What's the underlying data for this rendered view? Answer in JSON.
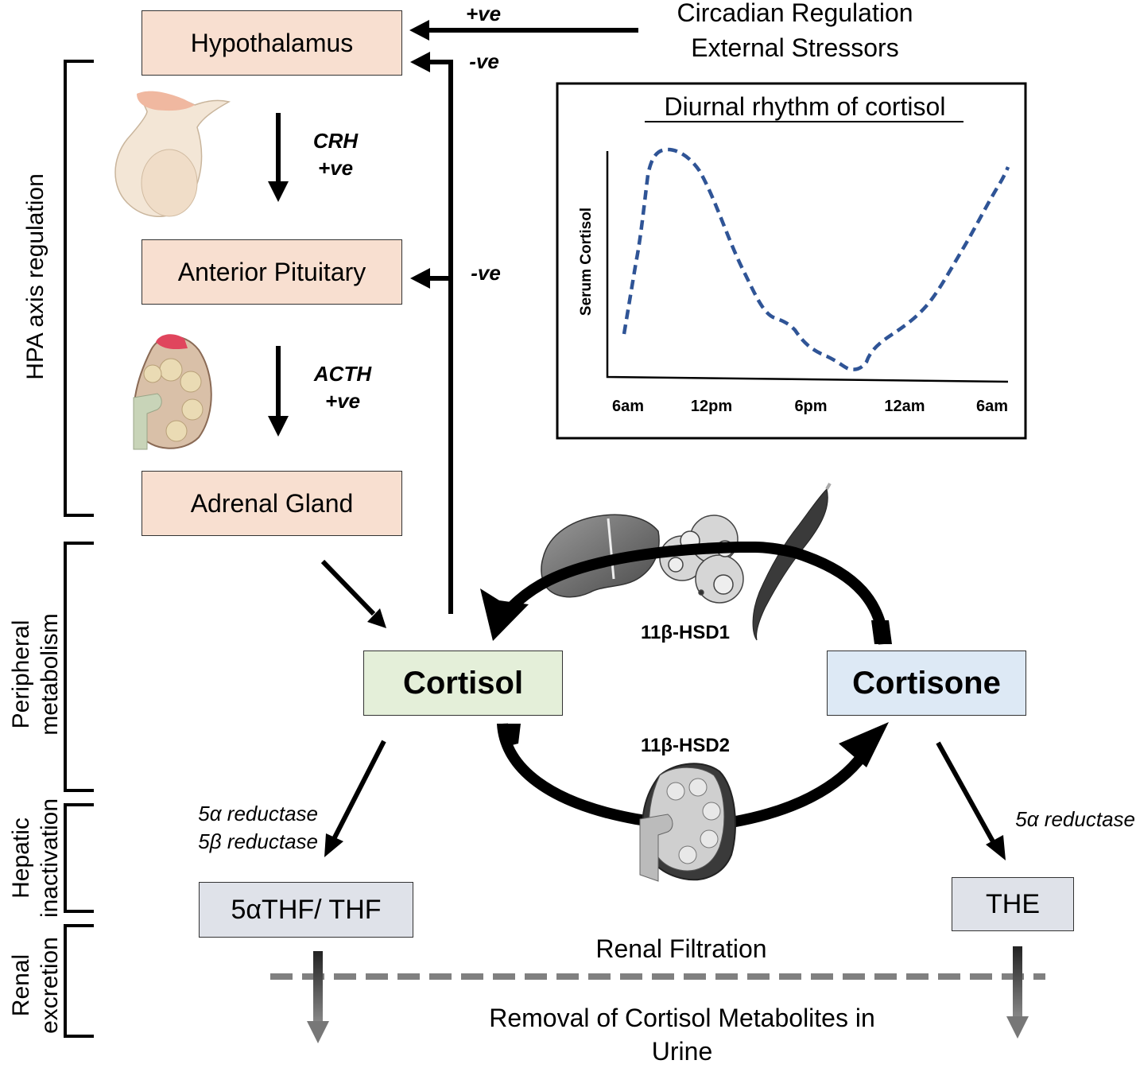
{
  "hpa": {
    "hypothalamus": "Hypothalamus",
    "anterior_pituitary": "Anterior Pituitary",
    "adrenal_gland": "Adrenal Gland",
    "crh_label": "CRH",
    "crh_effect": "+ve",
    "acth_label": "ACTH",
    "acth_effect": "+ve"
  },
  "inputs": {
    "circadian": "Circadian Regulation",
    "stressors": "External Stressors",
    "positive": "+ve",
    "negative_hypothalamus": "-ve",
    "negative_pituitary": "-ve"
  },
  "inset": {
    "title": "Diurnal rhythm of cortisol",
    "ylabel": "Serum Cortisol",
    "ticks": [
      "6am",
      "12pm",
      "6pm",
      "12am",
      "6am"
    ]
  },
  "brackets": {
    "hpa": "HPA axis regulation",
    "peripheral_1": "Peripheral",
    "peripheral_2": "metabolism",
    "hepatic_1": "Hepatic",
    "hepatic_2": "inactivation",
    "renal_1": "Renal",
    "renal_2": "excretion"
  },
  "metabolism": {
    "cortisol": "Cortisol",
    "cortisone": "Cortisone",
    "hsd1": "11β-HSD1",
    "hsd2": "11β-HSD2",
    "reductase_5a_left": "5α reductase",
    "reductase_5b_left": "5β reductase",
    "reductase_5a_right": "5α reductase",
    "thf": "5αTHF/ THF",
    "the": "THE"
  },
  "renal": {
    "filtration": "Renal Filtration",
    "removal_line1": "Removal of Cortisol Metabolites in",
    "removal_line2": "Urine"
  },
  "colors": {
    "hpa_box": "#f8dfd0",
    "cortisol_box": "#e4efd9",
    "cortisone_box": "#dde9f5",
    "metabolite_box": "#dfe2e9",
    "rhythm_line": "#2f5496",
    "dashed_line": "#808080"
  },
  "icons": [
    "pituitary-icon",
    "adrenal-icon",
    "liver-icon",
    "adipose-icon",
    "muscle-icon",
    "kidney-icon"
  ]
}
